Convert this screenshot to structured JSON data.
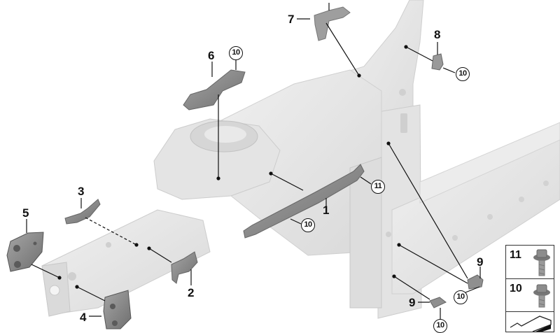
{
  "diagram": {
    "type": "exploded-parts-diagram",
    "subject": "Front end body structure with wheelhouse, front side members, A-pillar and rocker, plus mounting brackets",
    "background_color": "#ffffff",
    "body_color": "#e6e6e6",
    "part_color": "#8f8f8f"
  },
  "callouts": [
    {
      "id": "1",
      "label": "1",
      "part": "long cross brace / strut"
    },
    {
      "id": "2",
      "label": "2",
      "part": "bracket on side member"
    },
    {
      "id": "3",
      "label": "3",
      "part": "small bracket tab"
    },
    {
      "id": "4",
      "label": "4",
      "part": "front side member end plate (lower)"
    },
    {
      "id": "5",
      "label": "5",
      "part": "front side member end plate (upper)"
    },
    {
      "id": "6",
      "label": "6",
      "part": "wheelhouse bracket"
    },
    {
      "id": "7",
      "label": "7",
      "part": "upper pillar bracket"
    },
    {
      "id": "8",
      "label": "8",
      "part": "A-pillar clip nut bracket"
    },
    {
      "id": "9a",
      "label": "9",
      "part": "rocker bracket (upper)"
    },
    {
      "id": "9b",
      "label": "9",
      "part": "rocker bracket (lower)"
    }
  ],
  "circled_callouts": [
    {
      "id": "c10_6",
      "label": "10"
    },
    {
      "id": "c10_8",
      "label": "10"
    },
    {
      "id": "c10_1",
      "label": "10"
    },
    {
      "id": "c11_1",
      "label": "11"
    },
    {
      "id": "c10_9a",
      "label": "10"
    },
    {
      "id": "c10_9b",
      "label": "10"
    }
  ],
  "legend": {
    "items": [
      {
        "label": "11",
        "icon": "hex-flange-bolt-icon",
        "desc": "hex flange bolt (longer)"
      },
      {
        "label": "10",
        "icon": "hex-flange-bolt-icon",
        "desc": "hex flange bolt (shorter)"
      },
      {
        "label": "",
        "icon": "bracket-profile-icon",
        "desc": "partially visible part symbol"
      }
    ]
  }
}
